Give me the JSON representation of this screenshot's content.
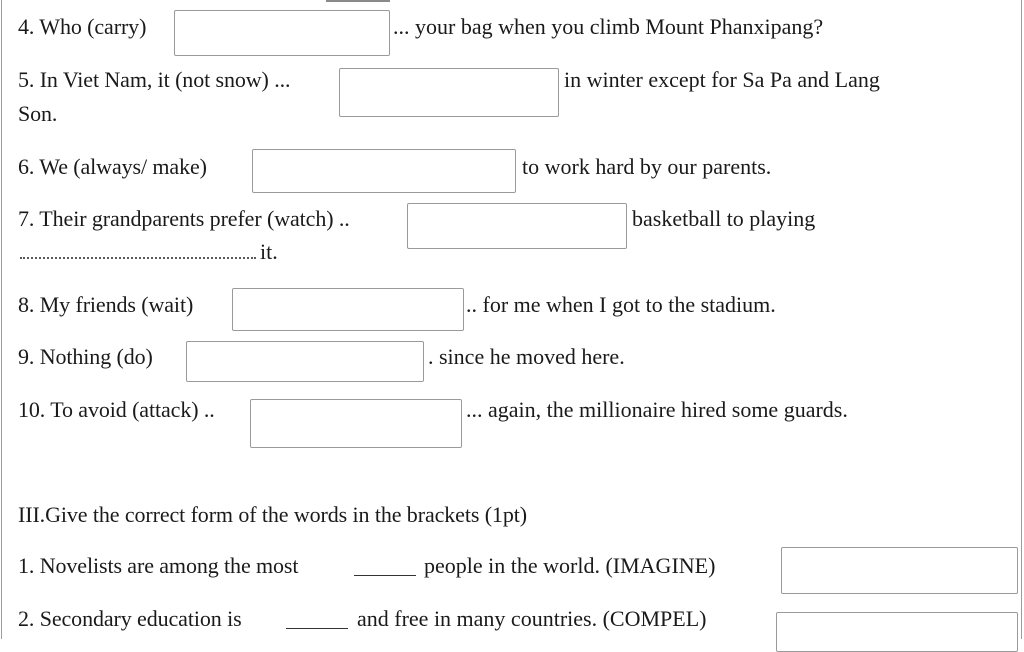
{
  "questions": {
    "q4": {
      "before": "4. Who (carry)",
      "after": "... your bag when you climb Mount Phanxipang?"
    },
    "q5": {
      "before": "5. In Viet Nam, it (not snow) ...",
      "after": "in winter except for Sa Pa and Lang",
      "cont": "Son."
    },
    "q6": {
      "before": "6. We (always/ make)",
      "after": "to work hard by our parents."
    },
    "q7": {
      "before": "7. Their grandparents prefer (watch) ..",
      "after": "basketball to playing",
      "cont": "it."
    },
    "q8": {
      "before": "8. My friends (wait)",
      "after": ".. for me when I got to the stadium."
    },
    "q9": {
      "before": "9. Nothing (do)",
      "after": ". since he moved here."
    },
    "q10": {
      "before": "10. To avoid (attack) ..",
      "after": "... again, the millionaire hired some guards."
    }
  },
  "section3": {
    "heading": "III.Give the correct form of the words in the brackets (1pt)",
    "items": [
      {
        "before": "1. Novelists are among the most",
        "after": "people in the world. (IMAGINE)"
      },
      {
        "before": "2. Secondary education is",
        "after": "and free in many countries. (COMPEL)"
      }
    ]
  }
}
